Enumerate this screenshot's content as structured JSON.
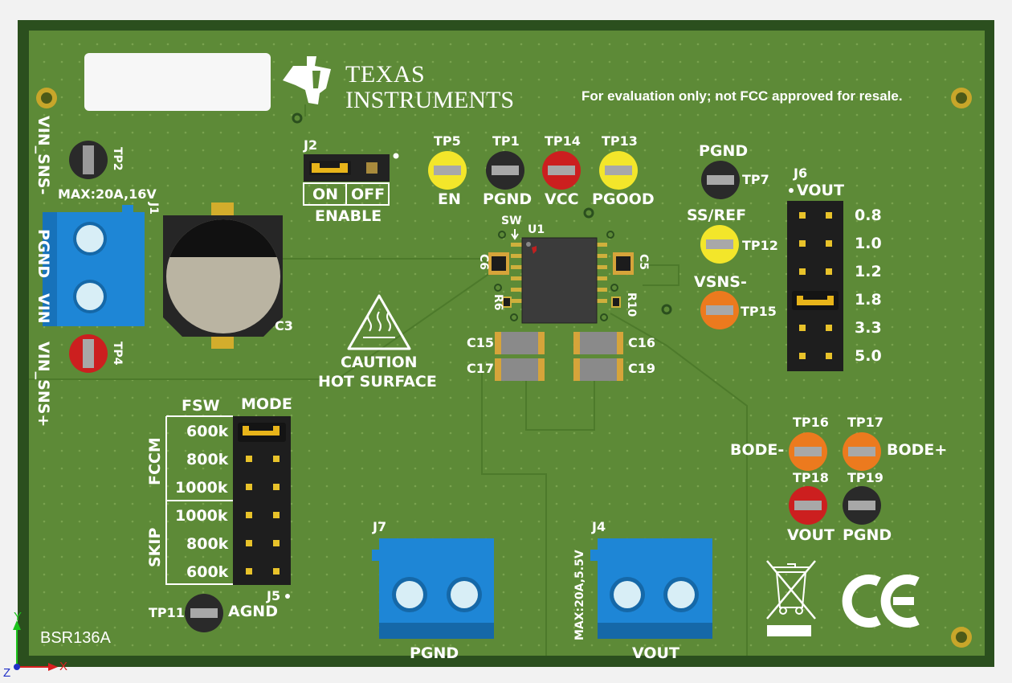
{
  "board": {
    "id": "BSR136A",
    "notice": "For evaluation only; not FCC approved for resale.",
    "brand_line1": "TEXAS",
    "brand_line2": "INSTRUMENTS",
    "caution_line1": "CAUTION",
    "caution_line2": "HOT SURFACE",
    "colors": {
      "pcb": "#5d8a37",
      "pcb_edge": "#2b4f1e",
      "silk": "#ffffff",
      "terminal": "#1e86d6"
    }
  },
  "left": {
    "vin_sns_minus": "VIN_SNS-",
    "vin_sns_plus": "VIN_SNS+",
    "pgnd": "PGND",
    "vin": "VIN",
    "tp2": "TP2",
    "tp4": "TP4",
    "j1": "J1",
    "j1_max": "MAX:20A,16V",
    "c3": "C3"
  },
  "j2": {
    "ref": "J2",
    "on": "ON",
    "off": "OFF",
    "label": "ENABLE"
  },
  "testpoints_top": [
    {
      "ref": "TP5",
      "label": "EN"
    },
    {
      "ref": "TP1",
      "label": "PGND"
    },
    {
      "ref": "TP14",
      "label": "VCC"
    },
    {
      "ref": "TP13",
      "label": "PGOOD"
    }
  ],
  "center": {
    "sw": "SW",
    "u1": "U1",
    "c6": "C6",
    "c5": "C5",
    "r6": "R6",
    "r10": "R10",
    "c15": "C15",
    "c16": "C16",
    "c17": "C17",
    "c19": "C19"
  },
  "right": {
    "pgnd": "PGND",
    "tp7": "TP7",
    "ss_ref": "SS/REF",
    "tp12": "TP12",
    "vsns": "VSNS-",
    "tp15": "TP15",
    "j6": "J6",
    "vout_hdr": "VOUT",
    "vout_options": [
      "0.8",
      "1.0",
      "1.2",
      "1.8",
      "3.3",
      "5.0"
    ]
  },
  "j5": {
    "fsw": "FSW",
    "mode": "MODE",
    "fccm": "FCCM",
    "skip": "SKIP",
    "ref": "J5",
    "freqs": [
      "600k",
      "800k",
      "1000k",
      "1000k",
      "800k",
      "600k"
    ]
  },
  "tp11": {
    "ref": "TP11",
    "label": "AGND"
  },
  "j7": {
    "ref": "J7",
    "label": "PGND"
  },
  "j4": {
    "ref": "J4",
    "label": "VOUT",
    "max": "MAX:20A,5.5V"
  },
  "bode": {
    "tp16": "TP16",
    "tp17": "TP17",
    "bode_minus": "BODE-",
    "bode_plus": "BODE+",
    "tp18": "TP18",
    "tp19": "TP19",
    "vout": "VOUT",
    "pgnd": "PGND"
  },
  "marks": {
    "ce": "CE"
  },
  "axes": {
    "y": "Y",
    "x": "X",
    "z": "Z"
  }
}
